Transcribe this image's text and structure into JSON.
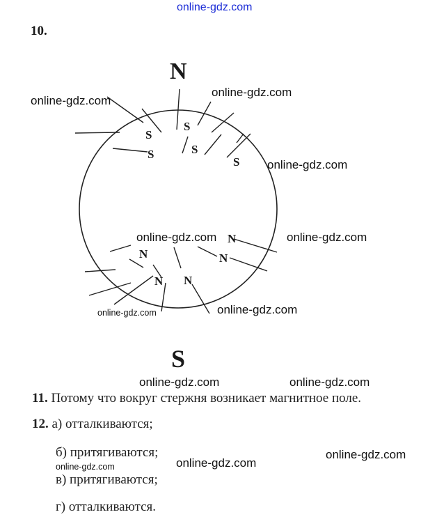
{
  "header": {
    "watermark": "online-gdz.com"
  },
  "task10": {
    "number": "10.",
    "pole_north": "N",
    "pole_south": "S",
    "small_s_label": "S",
    "small_n_label": "N"
  },
  "task11": {
    "number": "11.",
    "text": "Потому что вокруг стержня возникает магнитное поле."
  },
  "task12": {
    "number": "12.",
    "items": [
      "а) отталкиваются;",
      "б) притягиваются;",
      "в) притягиваются;",
      "г) отталкиваются."
    ]
  },
  "watermarks": {
    "text": "online-gdz.com"
  }
}
